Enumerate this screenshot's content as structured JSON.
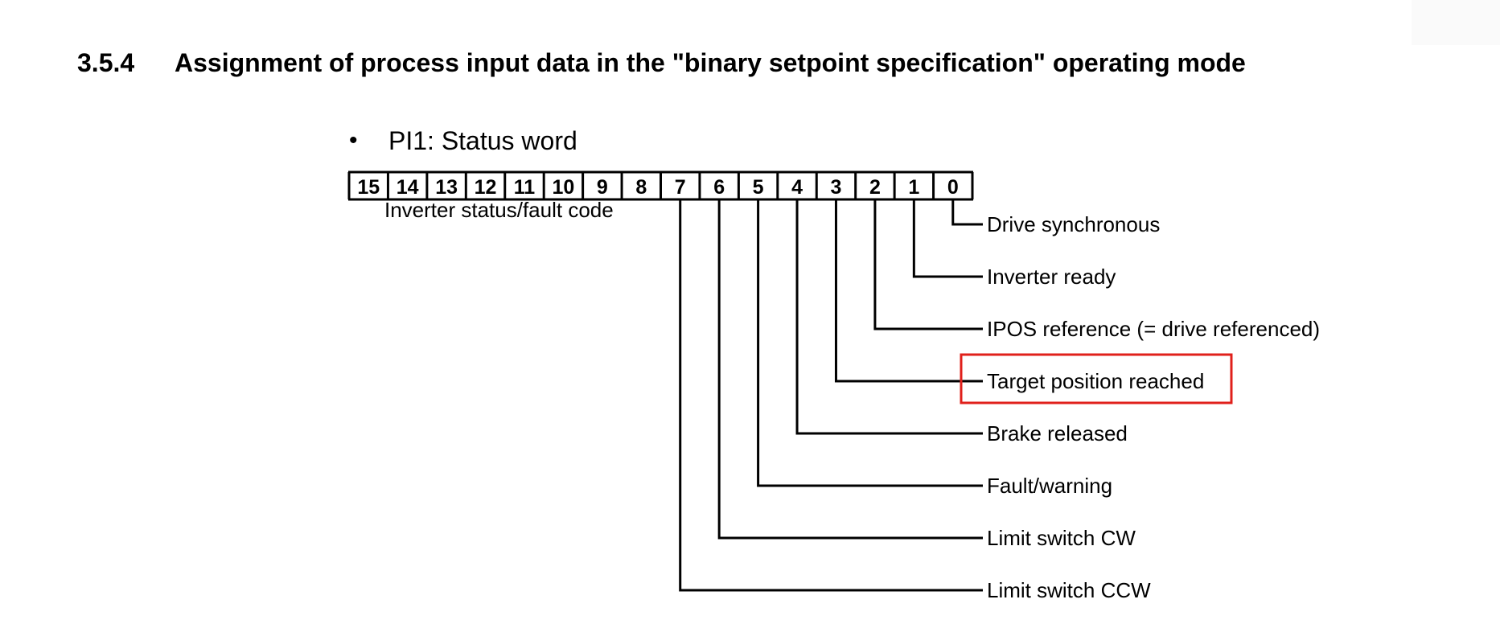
{
  "section": {
    "number": "3.5.4",
    "title": "Assignment of process input data in the \"binary setpoint specification\" operating mode"
  },
  "bullet": {
    "symbol": "•",
    "text": "PI1: Status word"
  },
  "status_word": {
    "bits": [
      "15",
      "14",
      "13",
      "12",
      "11",
      "10",
      "9",
      "8",
      "7",
      "6",
      "5",
      "4",
      "3",
      "2",
      "1",
      "0"
    ],
    "high_byte_label": "Inverter status/fault code",
    "assignments": [
      {
        "bit": "0",
        "label": "Drive synchronous"
      },
      {
        "bit": "1",
        "label": "Inverter ready"
      },
      {
        "bit": "2",
        "label": "IPOS reference (= drive referenced)"
      },
      {
        "bit": "3",
        "label": "Target position reached",
        "highlighted": true
      },
      {
        "bit": "4",
        "label": "Brake released"
      },
      {
        "bit": "5",
        "label": "Fault/warning"
      },
      {
        "bit": "6",
        "label": "Limit switch CW"
      },
      {
        "bit": "7",
        "label": "Limit switch CCW"
      }
    ],
    "highlight_color": "#e0201b"
  }
}
